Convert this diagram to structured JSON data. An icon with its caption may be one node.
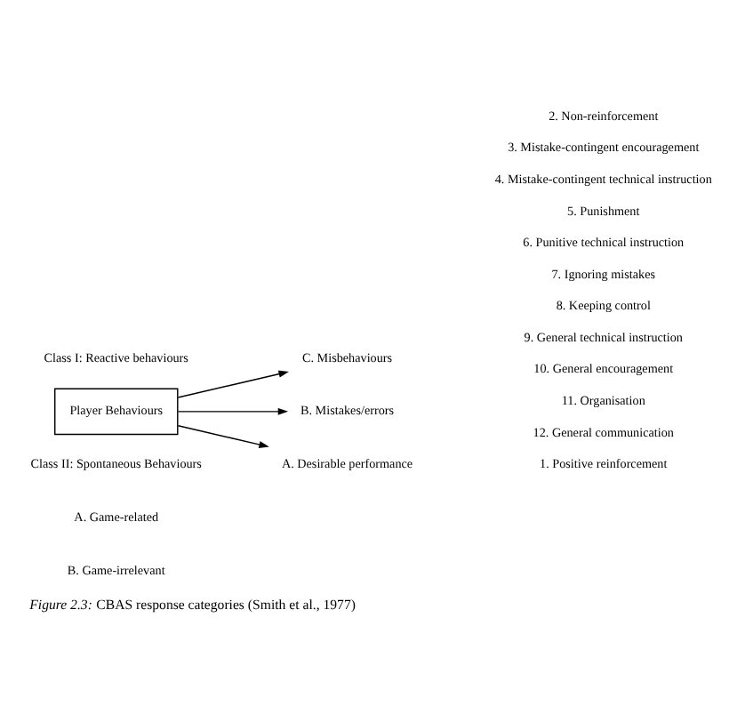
{
  "diagram": {
    "caption": "*Figure 2.3:* CBAS response categories (Smith et al., 1977)",
    "nodes": [
      {
        "text": [
          "Player Behaviours"
        ]
      },
      {
        "text": [
          "A. Desirable performance"
        ]
      },
      {
        "text": [
          "B. Mistakes/errors"
        ]
      },
      {
        "text": [
          "C. Misbehaviours"
        ]
      }
    ],
    "edges": [
      {
        "from": 0,
        "to": 1,
        "arrow": "to"
      },
      {
        "from": 0,
        "to": 2,
        "arrow": "to"
      },
      {
        "from": 0,
        "to": 3,
        "arrow": "to"
      }
    ],
    "labels": [
      "Class I: Reactive behaviours",
      "1. Positive reinforcement",
      "2. Non-reinforcement",
      "3. Mistake-contingent encouragement",
      "4. Mistake-contingent technical instruction",
      "5. Punishment",
      "6. Punitive technical instruction",
      "7. Ignoring mistakes",
      "8. Keeping control",
      "Class II: Spontaneous Behaviours",
      "A. Game-related",
      "9. General technical instruction",
      "10. General encouragement",
      "11. Organisation",
      "B. Game-irrelevant",
      "12. General communication"
    ]
  }
}
